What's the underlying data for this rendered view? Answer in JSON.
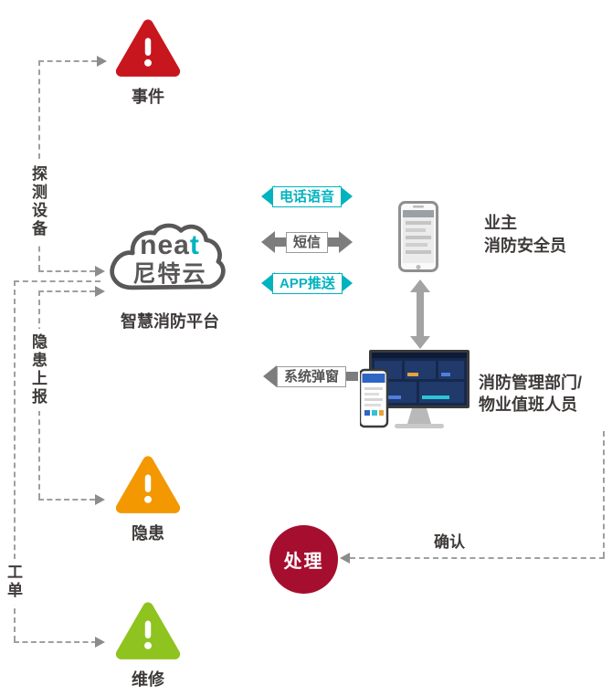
{
  "palette": {
    "event_red": "#c8161e",
    "hazard_orange": "#f39800",
    "repair_green": "#8fc31f",
    "teal_arrow": "#00b3bf",
    "gray_arrow": "#7d7d7d",
    "process_dark_red": "#a50e2e",
    "text_dark": "#3e3a39",
    "dash_gray": "#9f9f9f"
  },
  "nodes": {
    "event": {
      "label": "事件"
    },
    "hazard": {
      "label": "隐患"
    },
    "repair": {
      "label": "维修"
    },
    "platform": {
      "brand_prefix": "nea",
      "brand_suffix": "t",
      "brand_cn": "尼特云",
      "label": "智慧消防平台"
    },
    "owner": {
      "line1": "业主",
      "line2": "消防安全员"
    },
    "management": {
      "line1": "消防管理部门/",
      "line2": "物业值班人员"
    },
    "process": {
      "label": "处理"
    }
  },
  "edges": {
    "detection": {
      "label": "探测设备"
    },
    "hazard_report": {
      "label": "隐患上报"
    },
    "work_order": {
      "label": "工单"
    },
    "phone_voice": {
      "label": "电话语音"
    },
    "sms": {
      "label": "短信"
    },
    "app_push": {
      "label": "APP推送"
    },
    "system_popup": {
      "label": "系统弹窗"
    },
    "confirm": {
      "label": "确认"
    }
  }
}
